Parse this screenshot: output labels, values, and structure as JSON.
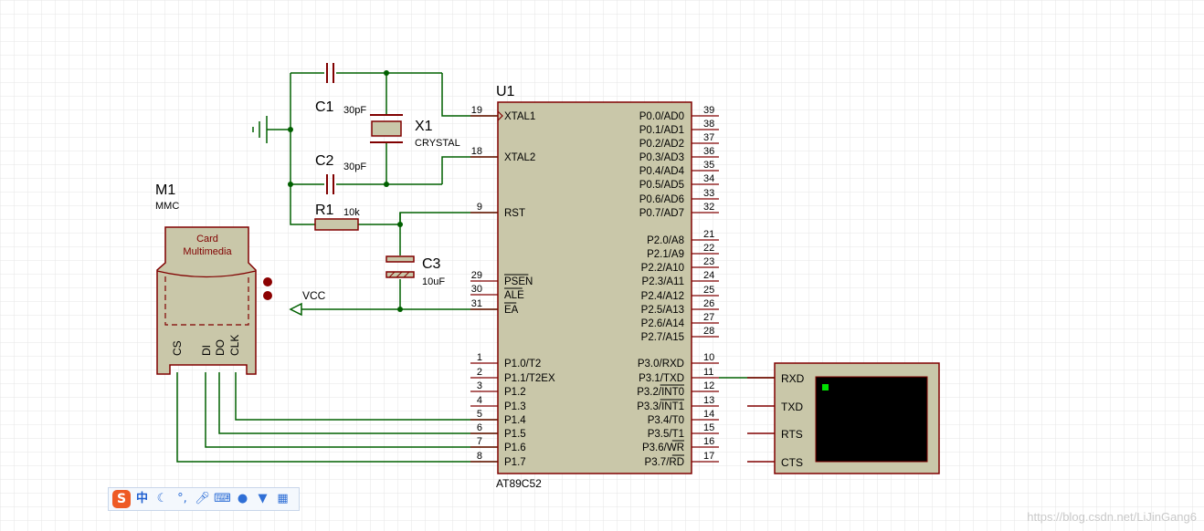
{
  "components": {
    "u1": {
      "ref": "U1",
      "part": "AT89C52"
    },
    "c1": {
      "ref": "C1",
      "value": "30pF"
    },
    "c2": {
      "ref": "C2",
      "value": "30pF"
    },
    "c3": {
      "ref": "C3",
      "value": "10uF"
    },
    "r1": {
      "ref": "R1",
      "value": "10k"
    },
    "x1": {
      "ref": "X1",
      "value": "CRYSTAL"
    },
    "m1": {
      "ref": "M1",
      "value": "MMC",
      "body_line1": "Card",
      "body_line2": "Multimedia",
      "pins": [
        "CS",
        "DI",
        "DO",
        "CLK"
      ]
    },
    "vcc": {
      "label": "VCC"
    },
    "terminal": {
      "pins": [
        "RXD",
        "TXD",
        "RTS",
        "CTS"
      ]
    }
  },
  "u1_left_pins": [
    {
      "num": "19",
      "name": "XTAL1"
    },
    {
      "num": "18",
      "name": "XTAL2"
    },
    {
      "num": "9",
      "name": "RST"
    },
    {
      "num": "29",
      "name": "PSEN"
    },
    {
      "num": "30",
      "name": "ALE"
    },
    {
      "num": "31",
      "name": "EA"
    },
    {
      "num": "1",
      "name": "P1.0/T2"
    },
    {
      "num": "2",
      "name": "P1.1/T2EX"
    },
    {
      "num": "3",
      "name": "P1.2"
    },
    {
      "num": "4",
      "name": "P1.3"
    },
    {
      "num": "5",
      "name": "P1.4"
    },
    {
      "num": "6",
      "name": "P1.5"
    },
    {
      "num": "7",
      "name": "P1.6"
    },
    {
      "num": "8",
      "name": "P1.7"
    }
  ],
  "u1_right_pins": [
    {
      "num": "39",
      "name": "P0.0/AD0"
    },
    {
      "num": "38",
      "name": "P0.1/AD1"
    },
    {
      "num": "37",
      "name": "P0.2/AD2"
    },
    {
      "num": "36",
      "name": "P0.3/AD3"
    },
    {
      "num": "35",
      "name": "P0.4/AD4"
    },
    {
      "num": "34",
      "name": "P0.5/AD5"
    },
    {
      "num": "33",
      "name": "P0.6/AD6"
    },
    {
      "num": "32",
      "name": "P0.7/AD7"
    },
    {
      "num": "21",
      "name": "P2.0/A8"
    },
    {
      "num": "22",
      "name": "P2.1/A9"
    },
    {
      "num": "23",
      "name": "P2.2/A10"
    },
    {
      "num": "24",
      "name": "P2.3/A11"
    },
    {
      "num": "25",
      "name": "P2.4/A12"
    },
    {
      "num": "26",
      "name": "P2.5/A13"
    },
    {
      "num": "27",
      "name": "P2.6/A14"
    },
    {
      "num": "28",
      "name": "P2.7/A15"
    },
    {
      "num": "10",
      "name": "P3.0/RXD"
    },
    {
      "num": "11",
      "name": "P3.1/TXD"
    },
    {
      "num": "12",
      "name": "P3.2/INT0"
    },
    {
      "num": "13",
      "name": "P3.3/INT1"
    },
    {
      "num": "14",
      "name": "P3.4/T0"
    },
    {
      "num": "15",
      "name": "P3.5/T1"
    },
    {
      "num": "16",
      "name": "P3.6/WR"
    },
    {
      "num": "17",
      "name": "P3.7/RD"
    }
  ],
  "colors": {
    "wire": "#006000",
    "part_outline": "#800000",
    "part_fill": "#c9c7a9",
    "grid": "#e6e6e6",
    "junction": "#006000"
  },
  "ime_toolbar": {
    "logo": "S",
    "mode": "中",
    "icons": [
      "moon-icon",
      "punctuation-icon",
      "microphone-icon",
      "keyboard-icon",
      "user-icon",
      "shirt-icon",
      "grid-icon"
    ]
  },
  "watermark": "https://blog.csdn.net/LiJinGang6"
}
